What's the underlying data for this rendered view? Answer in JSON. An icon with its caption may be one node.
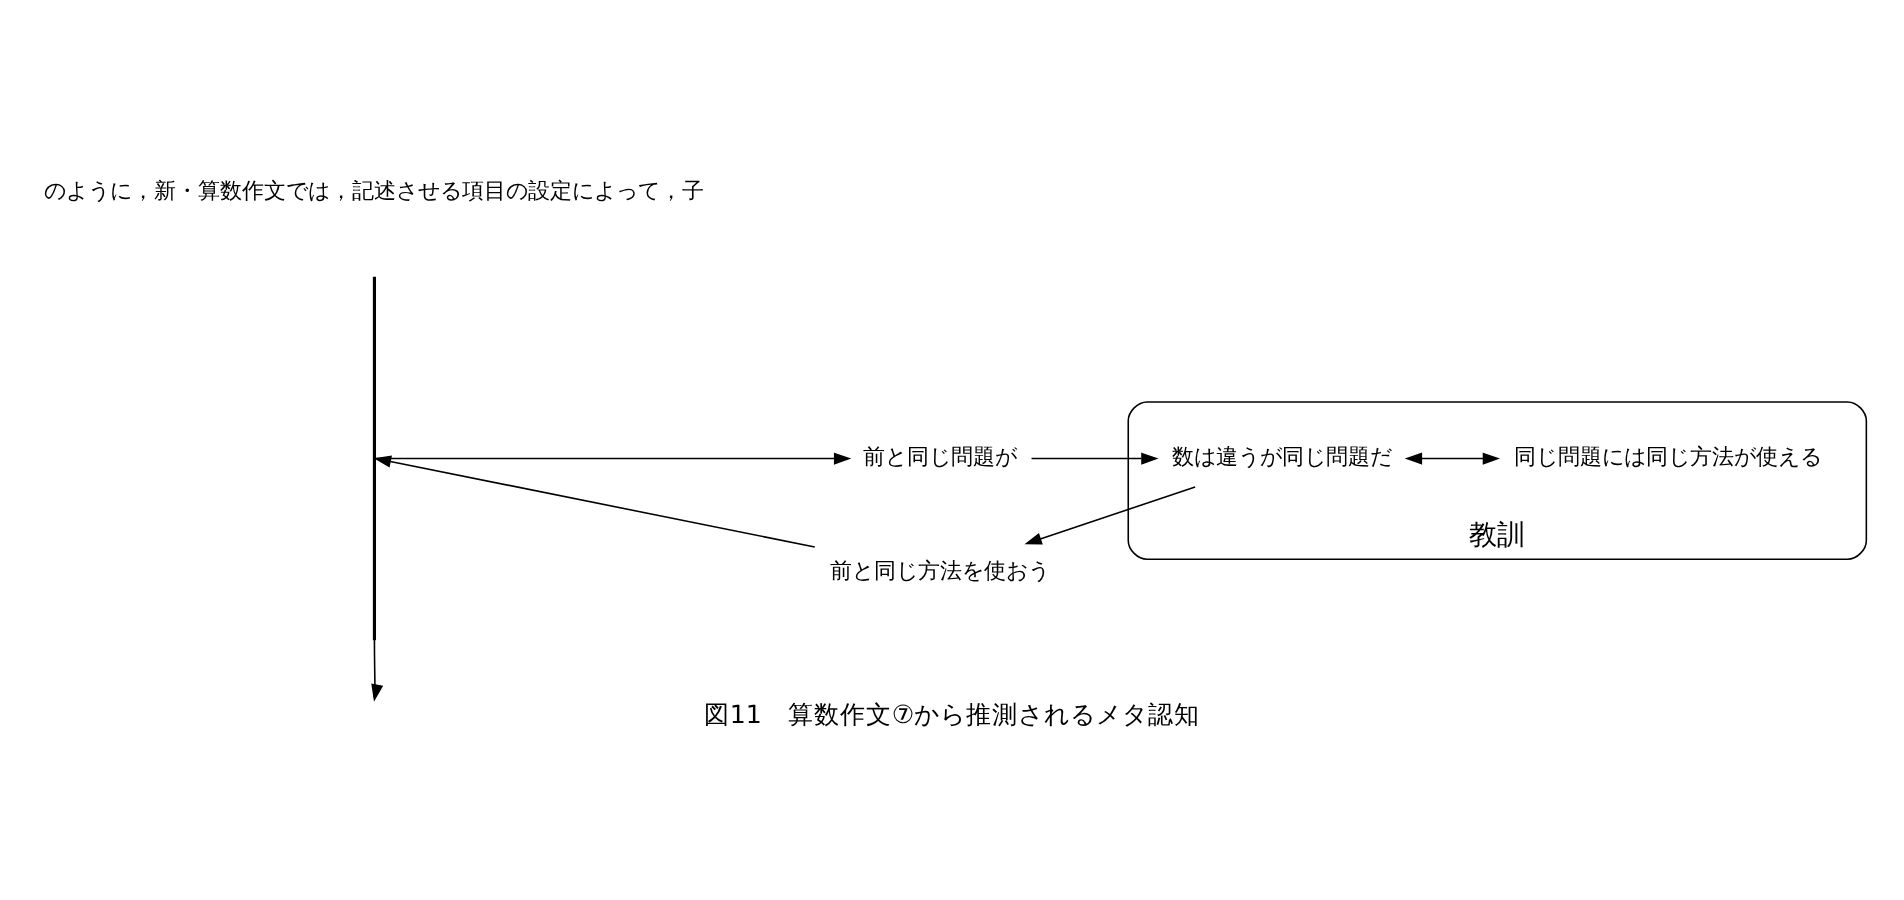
{
  "diagram": {
    "caption": "図11　算数作文⑦から推測されるメタ認知",
    "nodes": [
      {
        "text": [],
        "shape": "bar"
      },
      {
        "text": [
          "前と同じ問題が"
        ]
      },
      {
        "text": [
          "教訓"
        ]
      },
      {
        "text": [
          "数は違うが同じ問題だ"
        ],
        "in": 2
      },
      {
        "text": [
          "同じ問題には同じ方法が使える"
        ],
        "in": 2
      },
      {
        "text": [
          "前と同じ方法を使おう"
        ]
      }
    ],
    "edges": [
      {
        "from": 0,
        "to": 1,
        "arrow": "to"
      },
      {
        "from": 1,
        "to": 3,
        "arrow": "to"
      },
      {
        "from": 3,
        "to": 4,
        "arrow": "both"
      },
      {
        "from": 3,
        "to": 5,
        "arrow": "to"
      },
      {
        "from": 5,
        "to": 0,
        "arrow": "to"
      },
      {
        "from": 0,
        "to": null,
        "arrow": "to"
      }
    ],
    "labels": [
      "のように，新・算数作文では，記述させる項目の設定によって，子"
    ]
  }
}
